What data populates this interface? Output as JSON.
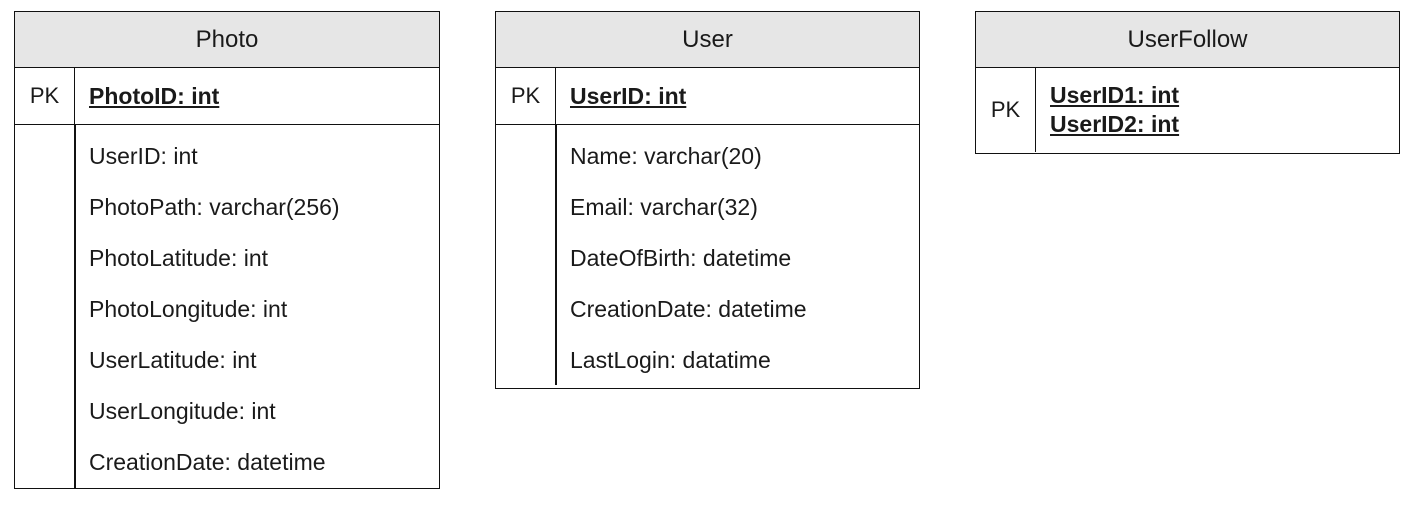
{
  "entities": [
    {
      "name": "Photo",
      "pk_label": "PK",
      "pk_fields": [
        "PhotoID: int"
      ],
      "attributes": [
        "UserID: int",
        "PhotoPath: varchar(256)",
        "PhotoLatitude: int",
        "PhotoLongitude: int",
        "UserLatitude: int",
        "UserLongitude: int",
        "CreationDate: datetime"
      ]
    },
    {
      "name": "User",
      "pk_label": "PK",
      "pk_fields": [
        "UserID: int"
      ],
      "attributes": [
        "Name: varchar(20)",
        "Email: varchar(32)",
        "DateOfBirth: datetime",
        "CreationDate: datetime",
        "LastLogin: datatime"
      ]
    },
    {
      "name": "UserFollow",
      "pk_label": "PK",
      "pk_fields": [
        "UserID1: int",
        "UserID2: int"
      ],
      "attributes": []
    }
  ]
}
